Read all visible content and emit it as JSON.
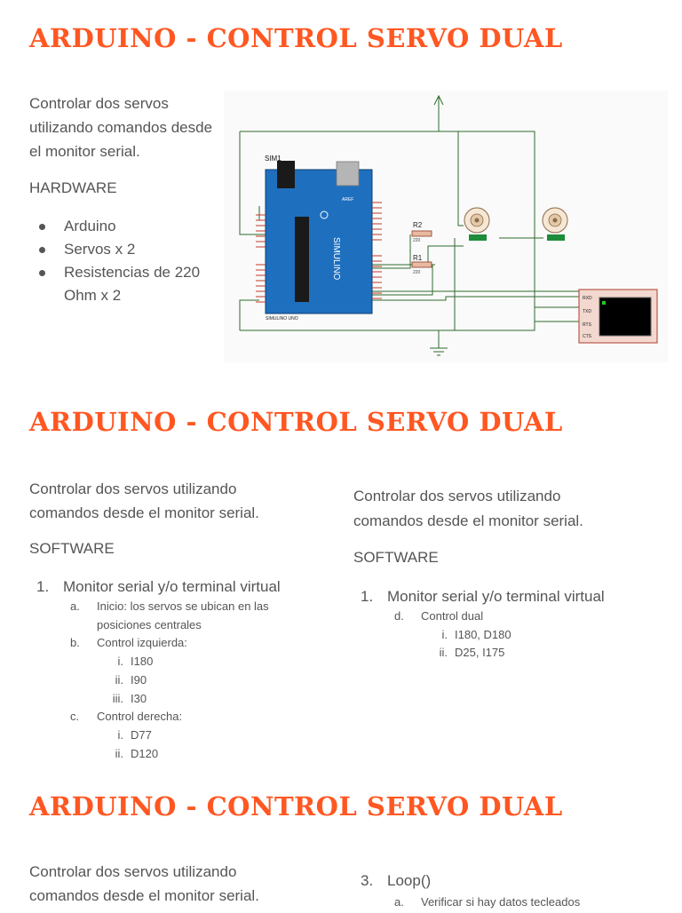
{
  "slide1": {
    "title": "ARDUINO - CONTROL SERVO DUAL",
    "description": "Controlar dos servos utilizando comandos desde el monitor serial.",
    "heading": "HARDWARE",
    "items": [
      "Arduino",
      "Servos x 2",
      "Resistencias de 220 Ohm x 2"
    ]
  },
  "schematic": {
    "sim_label": "SIM1",
    "board_text": "SIMULINO",
    "board_caption": "SIMULINO UNO",
    "aref": "AREF",
    "r1": "R1",
    "r2": "R2",
    "r_value": "220",
    "terminal_pins": [
      "RXD",
      "TXD",
      "RTS",
      "CTS"
    ],
    "colors": {
      "board": "#1f6fbf",
      "wire": "#2e6b2e",
      "pin": "#c0392b",
      "terminal": "#b85a4a",
      "servo_body": "#f6e7d4",
      "servo_base": "#1e8c3a",
      "screen": "#000000",
      "led": "#19d119"
    }
  },
  "slide2": {
    "title": "ARDUINO - CONTROL SERVO DUAL",
    "left": {
      "description": "Controlar dos servos utilizando comandos desde el monitor serial.",
      "heading": "SOFTWARE",
      "item1": {
        "marker": "1.",
        "text": "Monitor serial y/o terminal virtual"
      },
      "subitems": [
        {
          "marker": "a.",
          "text": "Inicio:  los servos se ubican en las",
          "text2": "posiciones centrales"
        },
        {
          "marker": "b.",
          "text": "Control izquierda:",
          "values": [
            {
              "marker": "i.",
              "text": "I180"
            },
            {
              "marker": "ii.",
              "text": "I90"
            },
            {
              "marker": "iii.",
              "text": "I30"
            }
          ]
        },
        {
          "marker": "c.",
          "text": "Control derecha:",
          "values": [
            {
              "marker": "i.",
              "text": "D77"
            },
            {
              "marker": "ii.",
              "text": "D120"
            }
          ]
        }
      ]
    },
    "right": {
      "description": "Controlar dos servos utilizando comandos desde el monitor serial.",
      "heading": "SOFTWARE",
      "item1": {
        "marker": "1.",
        "text": "Monitor serial y/o terminal virtual"
      },
      "sub": {
        "marker": "d.",
        "text": "Control dual"
      },
      "values": [
        {
          "marker": "i.",
          "text": "I180, D180"
        },
        {
          "marker": "ii.",
          "text": "D25, I175"
        }
      ]
    }
  },
  "slide3": {
    "title": "ARDUINO - CONTROL SERVO DUAL",
    "description": "Controlar dos servos utilizando comandos desde el monitor serial.",
    "item3": {
      "marker": "3.",
      "text": "Loop()"
    },
    "sub": {
      "marker": "a.",
      "text": "Verificar si hay datos tecleados"
    }
  }
}
